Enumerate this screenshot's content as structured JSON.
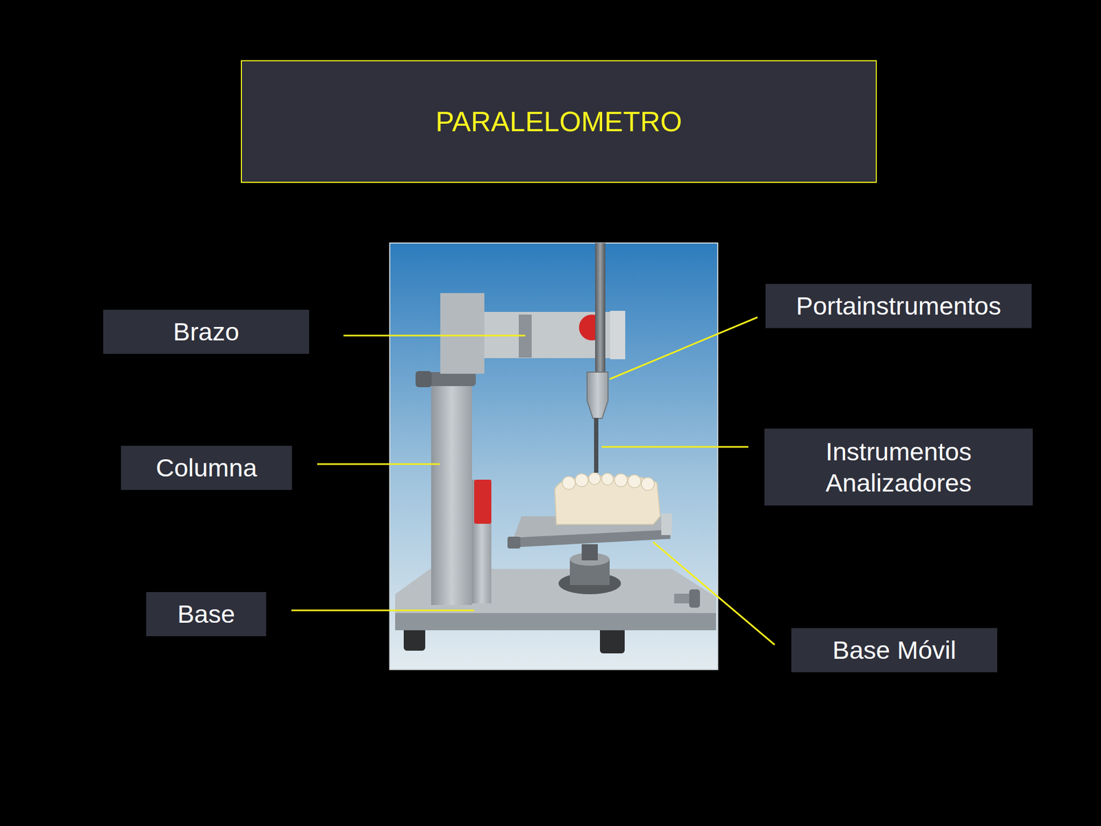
{
  "diagram": {
    "title": "PARALELOMETRO",
    "nodes": [
      {
        "text": [
          "Brazo"
        ]
      },
      {
        "text": [
          "Portainstrumentos"
        ]
      },
      {
        "text": [
          "Columna"
        ]
      },
      {
        "text": [
          "Instrumentos Analizadores"
        ]
      },
      {
        "text": [
          "Base"
        ]
      },
      {
        "text": [
          "Base Móvil"
        ]
      }
    ]
  }
}
